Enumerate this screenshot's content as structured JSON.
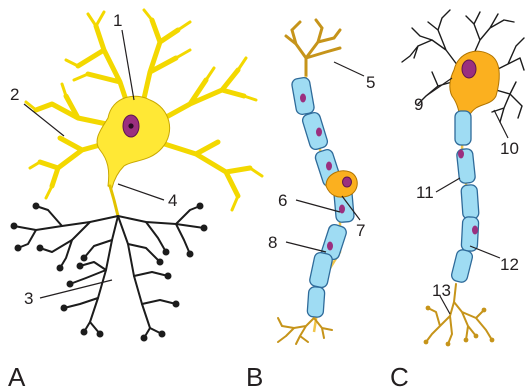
{
  "labels": {
    "n1": "1",
    "n2": "2",
    "n3": "3",
    "n4": "4",
    "n5": "5",
    "n6": "6",
    "n7": "7",
    "n8": "8",
    "n9": "9",
    "n10": "10",
    "n11": "11",
    "n12": "12",
    "n13": "13"
  },
  "panels": {
    "a": "A",
    "b": "B",
    "c": "C"
  },
  "colors": {
    "soma_a": "#ffe835",
    "soma_c": "#fbb01f",
    "nucleus": "#9b2f7f",
    "myelin": "#9fdcf3",
    "terminal_tree_a": "#1c1c1c",
    "terminals_bc": "#c6941a"
  }
}
